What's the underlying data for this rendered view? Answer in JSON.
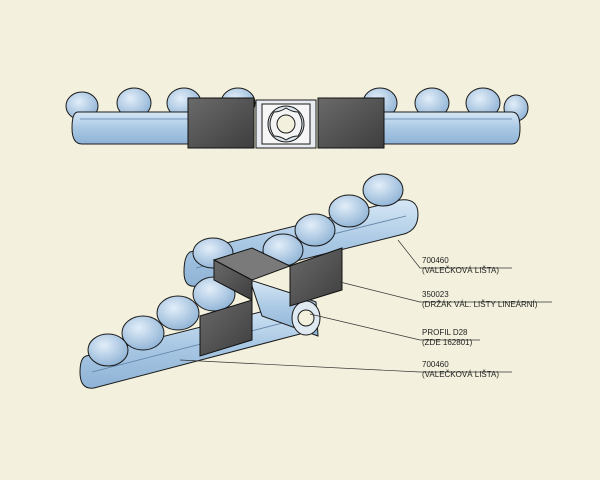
{
  "callouts": [
    {
      "code": "700460",
      "desc": "(VALEČKOVÁ LIŠTA)"
    },
    {
      "code": "350023",
      "desc": "(DRŽÁK VÁL. LIŠTY LINEÁRNÍ)"
    },
    {
      "code": "PROFIL D28",
      "desc": "(ZDE 162801)"
    },
    {
      "code": "700460",
      "desc": "(VALEČKOVÁ LIŠTA)"
    }
  ],
  "colors": {
    "background": "#f3f1dd",
    "roller": "#a9c8e6",
    "rail": "#b7d3ea",
    "connector": "#545454",
    "outline": "#1a1a1a"
  }
}
